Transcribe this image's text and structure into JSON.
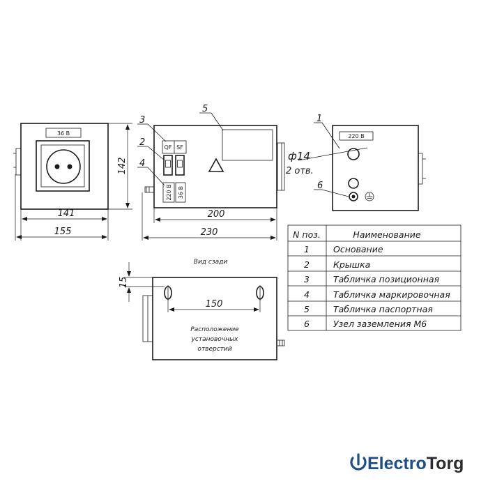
{
  "front_view": {
    "label_plate": "36 В",
    "width_dims": [
      "141",
      "155"
    ],
    "height_dim": "142"
  },
  "main_view": {
    "pos_callouts": [
      "5",
      "3",
      "2",
      "4"
    ],
    "plate_labels": [
      "QF",
      "SF",
      "220 В",
      "36 В"
    ],
    "width_dims": [
      "200",
      "230"
    ]
  },
  "side_view": {
    "pos_callouts": [
      "1",
      "6"
    ],
    "label_plate": "220 В",
    "hole_note": [
      "ф14",
      "2 отв."
    ]
  },
  "back_view": {
    "caption": "Вид сзади",
    "offset_dim": "15",
    "hole_spacing_dim": "150",
    "note_lines": [
      "Расположение",
      "установочных",
      "отверстий"
    ]
  },
  "parts_table": {
    "headers": [
      "N поз.",
      "Наименование"
    ],
    "rows": [
      {
        "pos": "1",
        "name": "Основание"
      },
      {
        "pos": "2",
        "name": "Крышка"
      },
      {
        "pos": "3",
        "name": "Табличка позиционная"
      },
      {
        "pos": "4",
        "name": "Табличка маркировочная"
      },
      {
        "pos": "5",
        "name": "Табличка паспортная"
      },
      {
        "pos": "6",
        "name": "Узел заземления М6"
      }
    ]
  },
  "logo": {
    "text_blue": "Electro",
    "text_dark": "Torg",
    "colors": {
      "blue": "#1f4e8c",
      "dark": "#2b2b2b"
    }
  }
}
